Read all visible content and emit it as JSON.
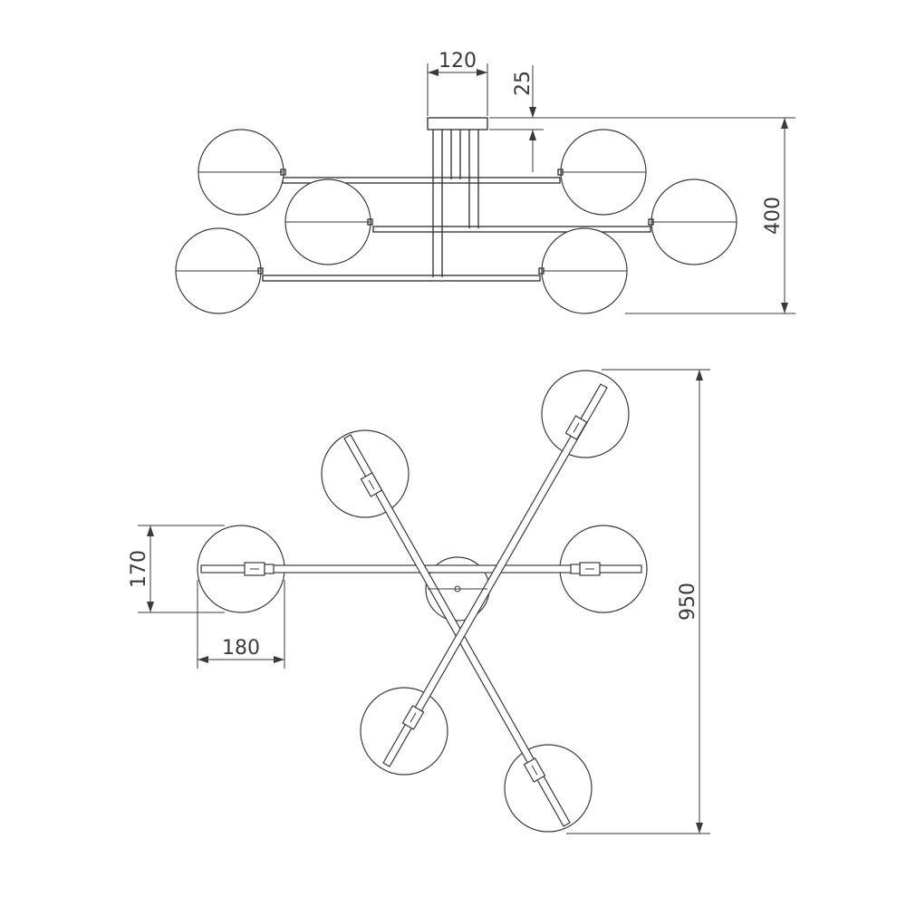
{
  "side_view": {
    "canopy_width_label": "120",
    "canopy_height_label": "25",
    "total_height_label": "400"
  },
  "top_view": {
    "shade_height_label": "170",
    "shade_width_label": "180",
    "total_diameter_label": "950"
  }
}
